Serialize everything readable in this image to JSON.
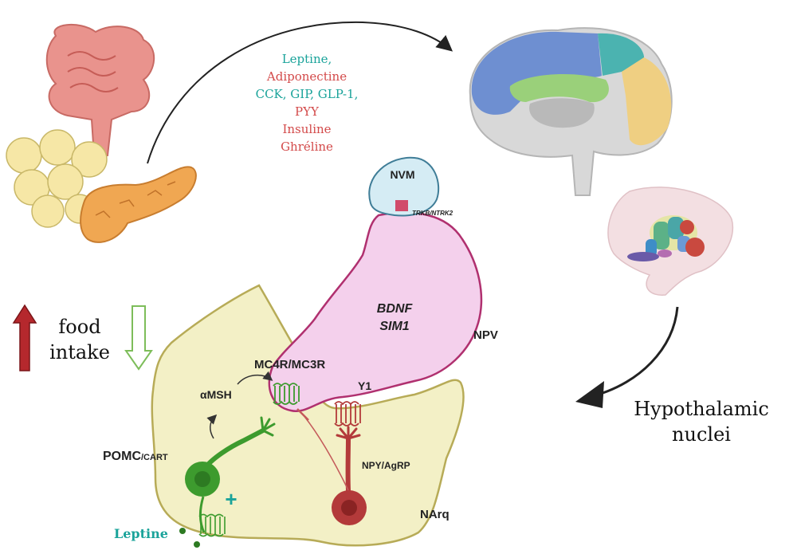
{
  "signals": [
    {
      "text": "Leptine,",
      "color": "#1aa39a"
    },
    {
      "text": "Adiponectine",
      "color": "#d34a4a"
    },
    {
      "text": "CCK, GIP, GLP-1,",
      "color": "#1aa39a"
    },
    {
      "text": "PYY",
      "color": "#d34a4a"
    },
    {
      "text": "Insuline",
      "color": "#d34a4a"
    },
    {
      "text": "Ghréline",
      "color": "#d34a4a"
    }
  ],
  "legend": {
    "line1": "food",
    "line2": "intake",
    "up_color": "#b5282d",
    "down_color": "#7dbd5a"
  },
  "hypothalamic": {
    "line1": "Hypothalamic",
    "line2": "nuclei"
  },
  "nuclei": {
    "nvm": "NVM",
    "receptor_trkb": "TRKB/NTRK2",
    "npv": "NPV",
    "bdnf": "BDNF",
    "sim1": "SIM1",
    "narq": "NArq"
  },
  "neurons": {
    "mc4r": "MC4R/MC3R",
    "y1": "Y1",
    "amsh": "αMSH",
    "pomc": "POMC",
    "cart": "/CART",
    "npy": "NPY/AgRP",
    "plus": "+",
    "leptine": "Leptine"
  },
  "colors": {
    "npv_fill": "#f4d0ec",
    "npv_stroke": "#b0306f",
    "nvm_fill": "#d5ecf4",
    "nvm_stroke": "#3f7d97",
    "narq_fill": "#f3f0c6",
    "narq_stroke": "#b7ab57",
    "pomc_green": "#3d9b2e",
    "npy_red": "#b33a3a",
    "receptor": "#d14b6a"
  }
}
